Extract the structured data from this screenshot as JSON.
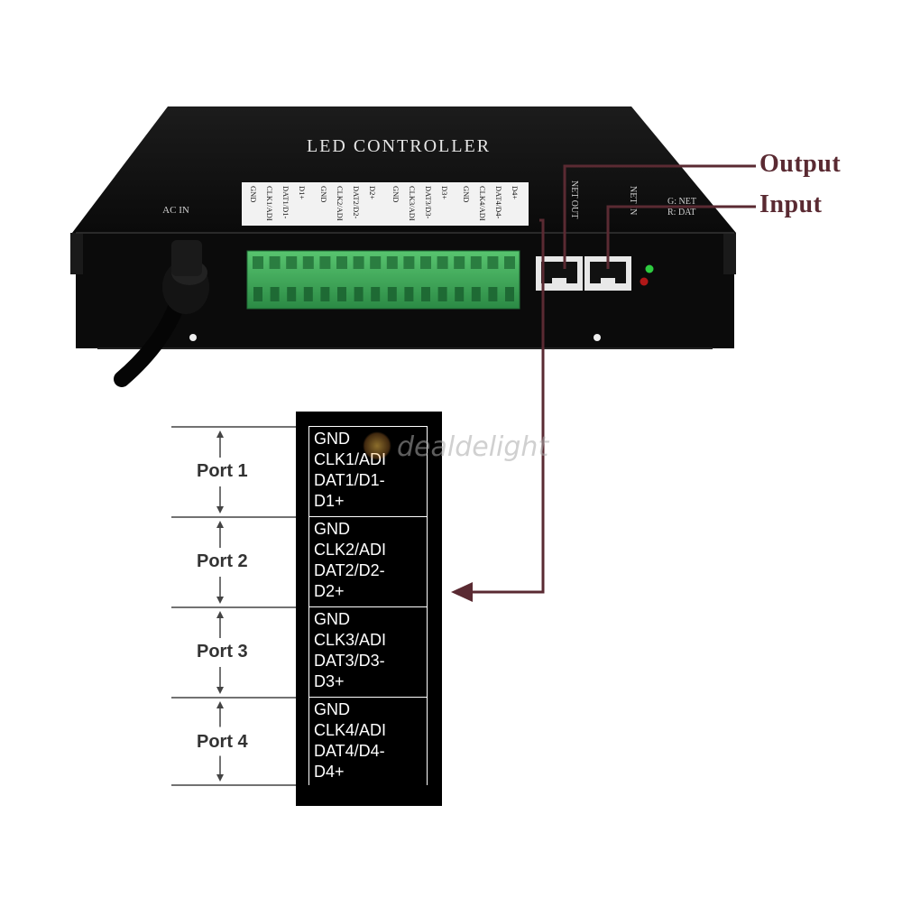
{
  "device": {
    "title": "LED CONTROLLER",
    "ac_label": "AC IN",
    "terminal_labels": [
      [
        "GND",
        "CLK1/ADI",
        "DAT1/D1-",
        "D1+"
      ],
      [
        "GND",
        "CLK2/ADI",
        "DAT2/D2-",
        "D2+"
      ],
      [
        "GND",
        "CLK3/ADI",
        "DAT3/D3-",
        "D3+"
      ],
      [
        "GND",
        "CLK4/ADI",
        "DAT4/D4-",
        "D4+"
      ]
    ],
    "net_out_label": "NET OUT",
    "net_in_label": "NET IN",
    "led_labels": [
      "G: NET",
      "R: DAT"
    ]
  },
  "callouts": {
    "output": "Output",
    "input": "Input"
  },
  "ports": [
    {
      "label": "Port 1",
      "pins": [
        "GND",
        "CLK1/ADI",
        "DAT1/D1-",
        "D1+"
      ]
    },
    {
      "label": "Port 2",
      "pins": [
        "GND",
        "CLK2/ADI",
        "DAT2/D2-",
        "D2+"
      ]
    },
    {
      "label": "Port 3",
      "pins": [
        "GND",
        "CLK3/ADI",
        "DAT3/D3-",
        "D3+"
      ]
    },
    {
      "label": "Port 4",
      "pins": [
        "GND",
        "CLK4/ADI",
        "DAT4/D4-",
        "D4+"
      ]
    }
  ],
  "watermark": "dealdelight",
  "colors": {
    "device_body": "#0d0d0d",
    "terminal_green": "#3ca85a",
    "callout": "#5a2a32",
    "led_green": "#2ecc40",
    "led_red": "#b01818"
  }
}
